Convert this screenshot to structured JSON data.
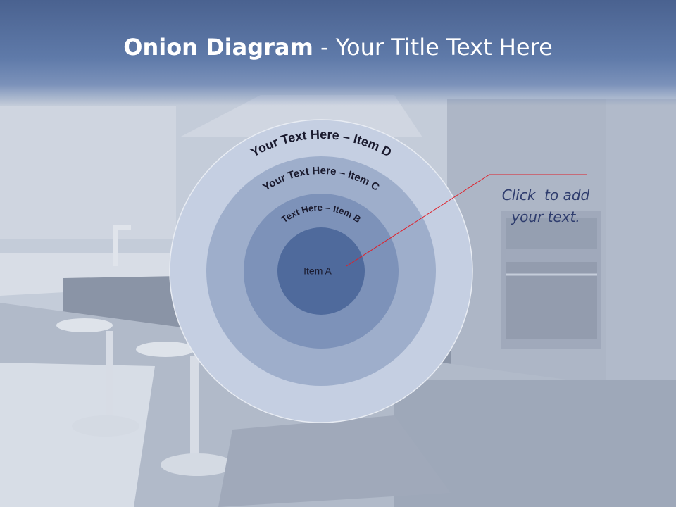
{
  "slide": {
    "title_bold": "Onion Diagram",
    "title_rest": " - Your Title Text Here"
  },
  "diagram": {
    "items": [
      {
        "label": "Item A",
        "fill": "#4f6a9c"
      },
      {
        "label": "Text Here – Item B",
        "fill": "#7d92b9"
      },
      {
        "label": "Your Text Here – Item C",
        "fill": "#9eaecb"
      },
      {
        "label": "Your Text Here – Item D",
        "fill": "#c5cfe2"
      }
    ],
    "callout_line1": "Click  to add",
    "callout_line2": "your text.",
    "callout_line_color": "#e0202a",
    "text_color": "#1a1a2e"
  }
}
